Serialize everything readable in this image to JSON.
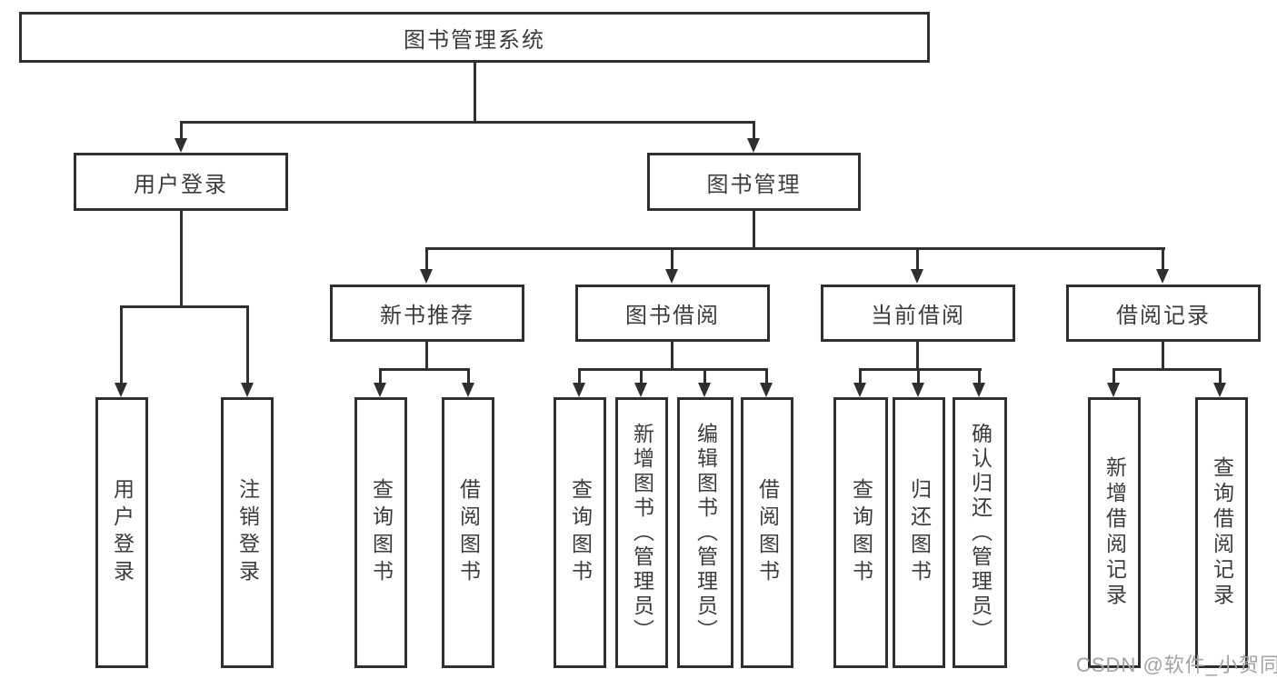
{
  "diagram": {
    "title": "图书管理系统",
    "root": {
      "label": "图书管理系统"
    },
    "level2": [
      {
        "label": "用户登录"
      },
      {
        "label": "图书管理"
      }
    ],
    "level3": [
      {
        "label": "新书推荐"
      },
      {
        "label": "图书借阅"
      },
      {
        "label": "当前借阅"
      },
      {
        "label": "借阅记录"
      }
    ],
    "leaves": {
      "user_login": [
        "用户登录",
        "注销登录"
      ],
      "new_books": [
        "查询图书",
        "借阅图书"
      ],
      "book_borrow": [
        "查询图书",
        "新增图书（管理员）",
        "编辑图书（管理员）",
        "借阅图书"
      ],
      "current_borrow": [
        "查询图书",
        "归还图书",
        "确认归还（管理员）"
      ],
      "borrow_records": [
        "新增借阅记录",
        "查询借阅记录"
      ]
    }
  },
  "watermark": "CSDN @软件_小贺同学",
  "colors": {
    "line": "#2f2f2f",
    "box_border": "#2f2f2f",
    "text": "#3c3c3c",
    "watermark": "#a3a3a3",
    "background": "#ffffff"
  }
}
